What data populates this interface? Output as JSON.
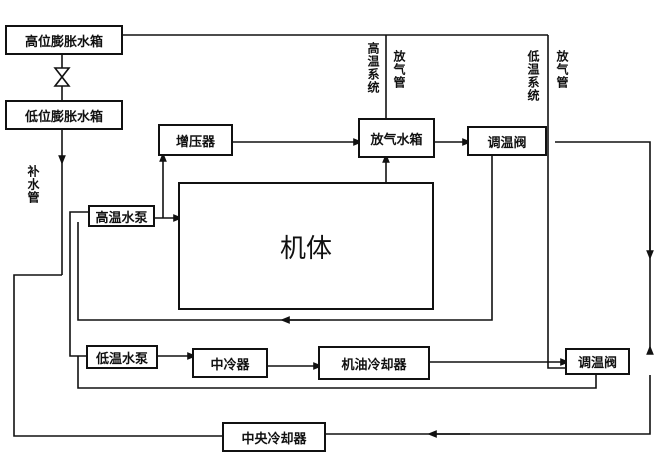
{
  "components": {
    "high_expansion_tank": "高位膨胀水箱",
    "low_expansion_tank": "低位膨胀水箱",
    "supercharger": "增压器",
    "vent_tank": "放气水箱",
    "temp_valve_top": "调温阀",
    "high_temp_pump": "高温水泵",
    "engine": "机体",
    "low_temp_pump": "低温水泵",
    "intercooler": "中冷器",
    "oil_cooler": "机油冷却器",
    "temp_valve_bottom": "调温阀",
    "central_cooler": "中央冷却器"
  },
  "labels": {
    "makeup_pipe": "补水管",
    "high_temp_system": "高温系统",
    "vent_pipe_1": "放气管",
    "low_temp_system": "低温系统",
    "vent_pipe_2": "放气管"
  }
}
